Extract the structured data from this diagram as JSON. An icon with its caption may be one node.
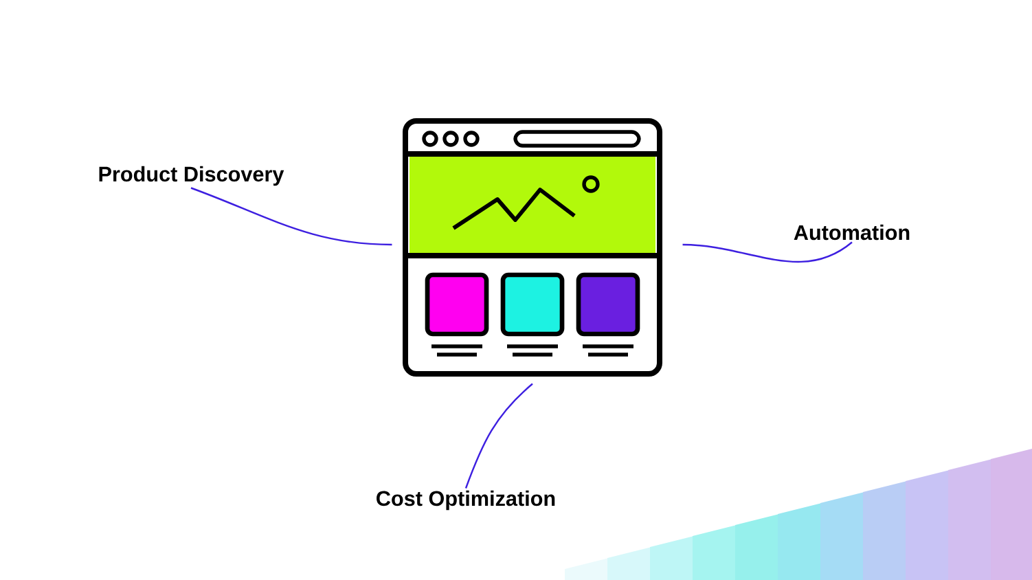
{
  "diagram": {
    "nodes": [
      {
        "text": [
          "Product Discovery"
        ]
      },
      {
        "text": [
          "Automation"
        ]
      },
      {
        "text": [
          "Cost Optimization"
        ]
      },
      {
        "text": [],
        "shape": "picture"
      }
    ],
    "edges": [
      {
        "from": 0,
        "to": 3,
        "arrow": "none"
      },
      {
        "from": 1,
        "to": 3,
        "arrow": "none"
      },
      {
        "from": 2,
        "to": 3,
        "arrow": "none"
      }
    ]
  }
}
